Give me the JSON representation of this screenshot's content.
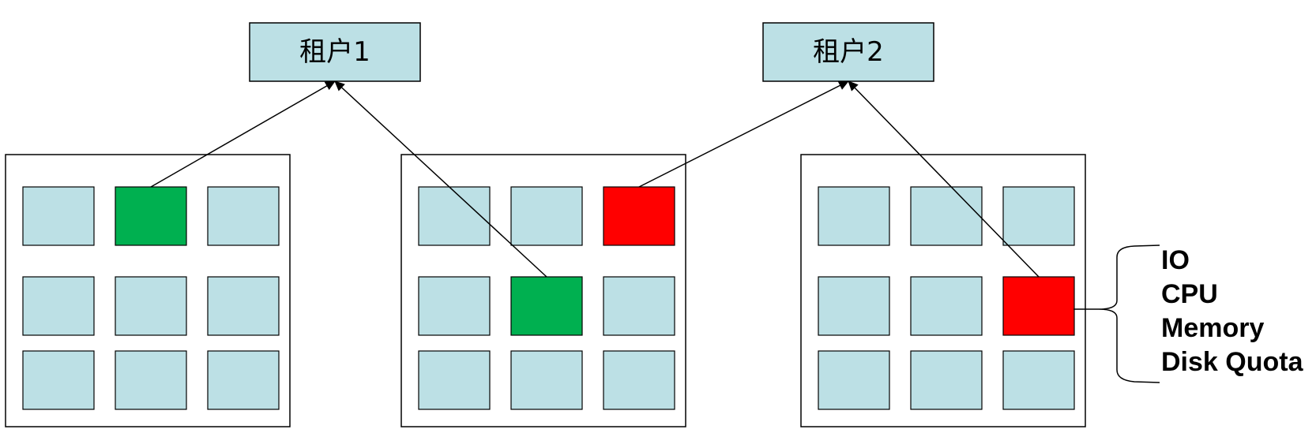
{
  "colors": {
    "tenant_fill": "#bce0e5",
    "cell_default": "#bce0e5",
    "tenant1_cell": "#00b050",
    "tenant2_cell": "#ff0000",
    "host_fill": "#ffffff",
    "stroke": "#000000"
  },
  "tenants": [
    {
      "label": "租户1"
    },
    {
      "label": "租户2"
    }
  ],
  "hosts": [
    {
      "cells": [
        [
          "default",
          "tenant1",
          "default"
        ],
        [
          "default",
          "default",
          "default"
        ],
        [
          "default",
          "default",
          "default"
        ]
      ]
    },
    {
      "cells": [
        [
          "default",
          "default",
          "tenant2"
        ],
        [
          "default",
          "tenant1",
          "default"
        ],
        [
          "default",
          "default",
          "default"
        ]
      ]
    },
    {
      "cells": [
        [
          "default",
          "default",
          "default"
        ],
        [
          "default",
          "default",
          "tenant2"
        ],
        [
          "default",
          "default",
          "default"
        ]
      ]
    }
  ],
  "connections": [
    {
      "tenant": 0,
      "host": 0,
      "row": 0,
      "col": 1
    },
    {
      "tenant": 0,
      "host": 1,
      "row": 1,
      "col": 1
    },
    {
      "tenant": 1,
      "host": 1,
      "row": 0,
      "col": 2
    },
    {
      "tenant": 1,
      "host": 2,
      "row": 1,
      "col": 2
    }
  ],
  "resources": {
    "items": [
      "IO",
      "CPU",
      "Memory",
      "Disk Quota"
    ]
  }
}
